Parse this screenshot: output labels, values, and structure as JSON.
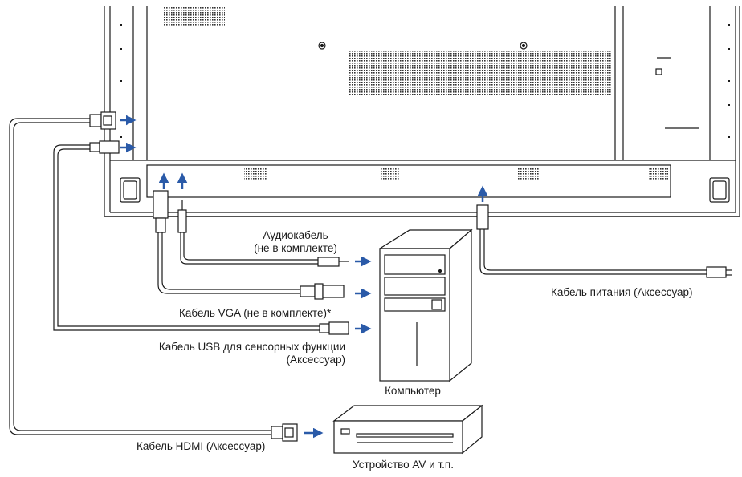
{
  "labels": {
    "audio_line1": "Аудиокабель",
    "audio_line2": "(не в комплекте)",
    "vga": "Кабель VGA (не в комплекте)*",
    "usb_line1": "Кабель USB для сенсорных функции",
    "usb_line2": "(Аксессуар)",
    "hdmi": "Кабель HDMI (Аксессуар)",
    "power": "Кабель питания (Аксессуар)",
    "computer": "Компьютер",
    "av_device": "Устройство AV и т.п."
  },
  "colors": {
    "line": "#1a1a1a",
    "arrow": "#2a5aa8",
    "grille": "#333333"
  },
  "icons": {
    "hdmi_plug": "hdmi-plug-icon",
    "usb_plug": "usb-plug-icon",
    "vga_plug": "vga-plug-icon",
    "audio_plug": "audio-jack-icon",
    "power_plug": "power-plug-icon"
  }
}
